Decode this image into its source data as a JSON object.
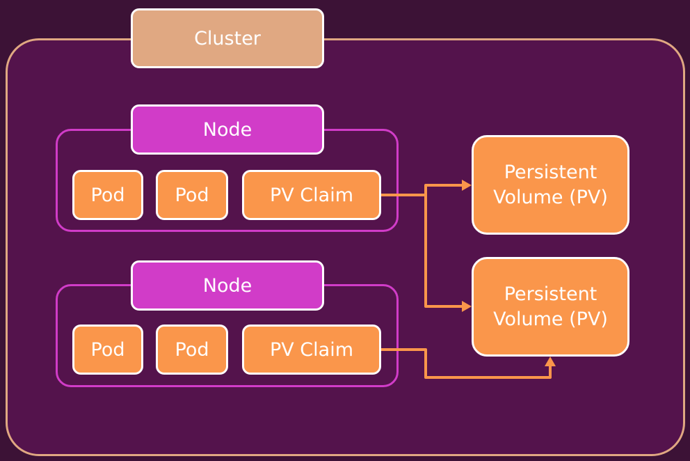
{
  "cluster": {
    "label": "Cluster"
  },
  "nodes": [
    {
      "label": "Node",
      "pods": [
        "Pod",
        "Pod"
      ],
      "claim": "PV Claim"
    },
    {
      "label": "Node",
      "pods": [
        "Pod",
        "Pod"
      ],
      "claim": "PV Claim"
    }
  ],
  "volumes": [
    {
      "line1": "Persistent",
      "line2": "Volume (PV)"
    },
    {
      "line1": "Persistent",
      "line2": "Volume (PV)"
    }
  ],
  "colors": {
    "background": "#3c1236",
    "cluster_fill": "#54134c",
    "cluster_accent": "#e0a882",
    "node_accent": "#d13cc8",
    "box_fill": "#fa964b",
    "connector": "#fa964b",
    "text": "#ffffff"
  }
}
